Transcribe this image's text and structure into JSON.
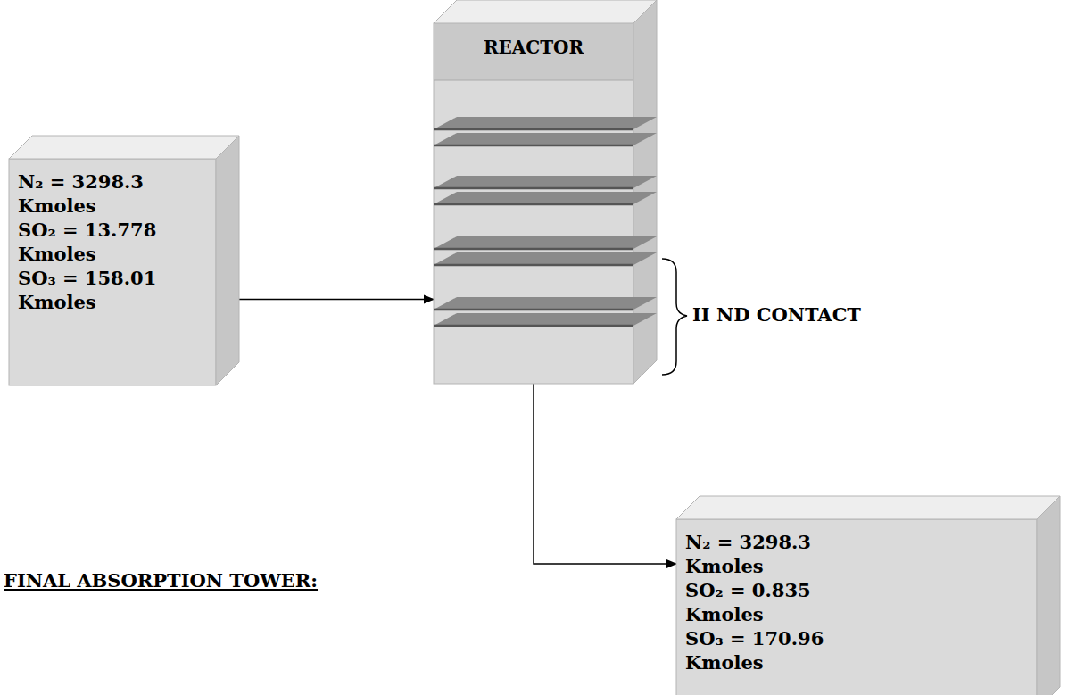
{
  "diagram": {
    "nodes": [
      {
        "text": [
          "N₂ = 3298.3 Kmoles",
          "SO₂ = 13.778 Kmoles",
          "SO₃ = 158.01 Kmoles"
        ]
      },
      {
        "text": [
          "REACTOR"
        ]
      },
      {
        "text": [
          "N₂ = 3298.3 Kmoles",
          "SO₂ = 0.835 Kmoles",
          "SO₃ = 170.96 Kmoles"
        ]
      }
    ],
    "edges": [
      {
        "from": 0,
        "to": 1,
        "arrow": "to"
      },
      {
        "from": 1,
        "to": 2,
        "arrow": "to"
      }
    ],
    "labels": [
      "II ND CONTACT",
      "FINAL ABSORPTION TOWER:"
    ]
  }
}
